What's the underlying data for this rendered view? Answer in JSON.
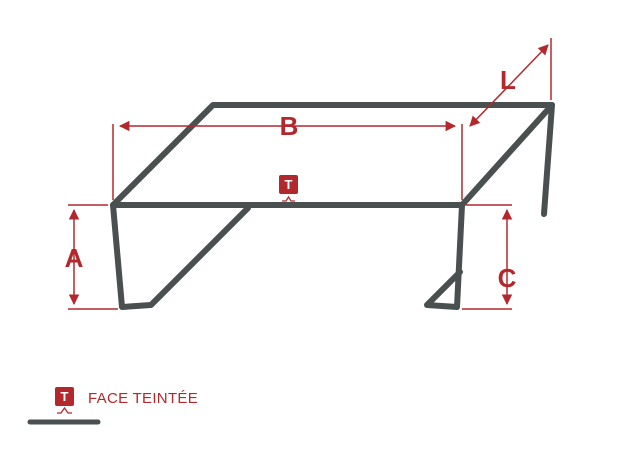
{
  "colors": {
    "outline": "#4a4f4f",
    "accent": "#b3282d",
    "badge_text": "#ffffff"
  },
  "dimensions": {
    "a": "A",
    "b": "B",
    "c": "C",
    "l": "L"
  },
  "badge": {
    "letter": "T"
  },
  "legend": {
    "badge_letter": "T",
    "label": "FACE TEINTÉE"
  }
}
